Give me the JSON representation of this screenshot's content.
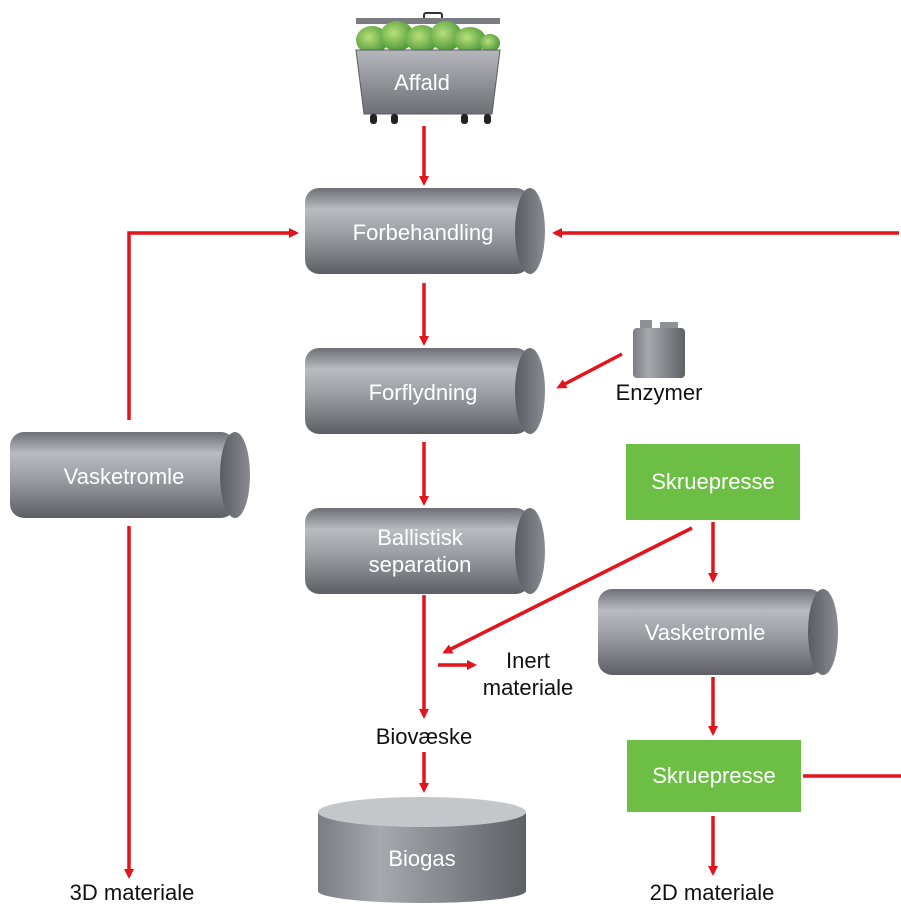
{
  "diagram": {
    "nodes": {
      "affald": "Affald",
      "forbehandling": "Forbehandling",
      "forflydning": "Forflydning",
      "enzymer": "Enzymer",
      "vasketromle_left": "Vasketromle",
      "ballistisk_line1": "Ballistisk",
      "ballistisk_line2": "separation",
      "skruepresse_top": "Skruepresse",
      "vasketromle_right": "Vasketromle",
      "skruepresse_bottom": "Skruepresse",
      "inert_line1": "Inert",
      "inert_line2": "materiale",
      "biovaeske": "Biovæske",
      "biogas": "Biogas",
      "output_3d": "3D materiale",
      "output_2d": "2D materiale"
    },
    "colors": {
      "arrow": "#e3141b",
      "green_box": "#6cbf44",
      "cylinder_gray": "#8e9096"
    }
  }
}
